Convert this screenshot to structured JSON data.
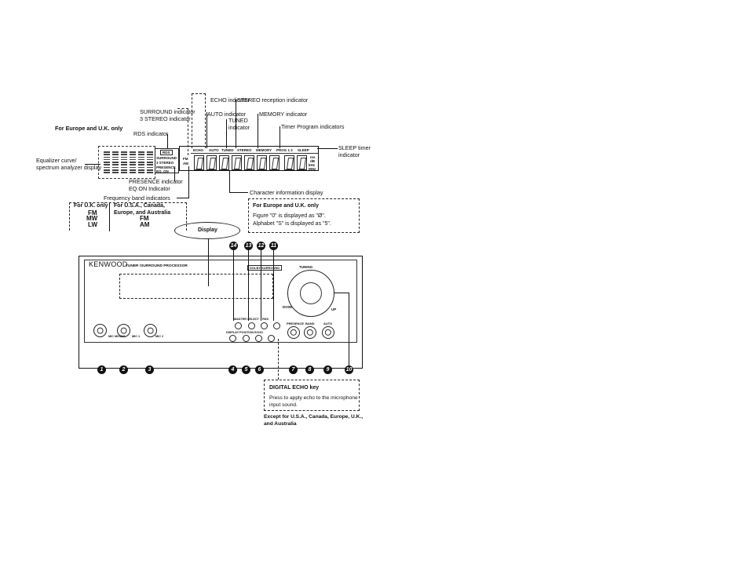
{
  "labels": {
    "echo": "ECHO indicator",
    "stereo_reception": "STEREO reception indicator",
    "surround": "SURROUND indicator",
    "three_stereo": "3 STEREO indicator",
    "auto": "AUTO indicator",
    "memory": "MEMORY indicator",
    "tuned1": "TUNED",
    "tuned2": "indicator",
    "timer_program": "Timer Program indicators",
    "europe_uk_only": "For Europe and U.K. only",
    "rds": "RDS indicator",
    "sleep1": "SLEEP  timer",
    "sleep2": "indicator",
    "eq1": "Equalizer curve/",
    "eq2": "spectrum analyzer display",
    "presence": "PRESENCE indicator",
    "eqon": "EQ.ON Indicator",
    "freq_band": "Frequency band indicators",
    "char_info": "Character information display"
  },
  "display_panel": {
    "ind_echo": "ECHO",
    "ind_auto": "AUTO",
    "ind_tuned": "TUNED",
    "ind_stereo": "STEREO",
    "ind_memory": "MEMORY",
    "ind_prog": "PROG 1 2",
    "ind_sleep": "SLEEP",
    "rds": "RDS",
    "surround": "SURROUND",
    "three_stereo": "3 STEREO",
    "presence": "PRESENCE",
    "eqon": "EQ. ON",
    "fm": "FM",
    "am": "AM",
    "unit_ms": "ms",
    "unit_db": "dB",
    "unit_khz": "kHz",
    "unit_mhz": "MHz"
  },
  "char_note": {
    "title": "For Europe and U.K. only",
    "line1": "Figure \"0\" is displayed as \"Ø\".",
    "line2": "Alphabet \"S\" is displayed as \"5\"."
  },
  "bands": {
    "uk_title": "For U.K. only",
    "uk_fm": "FM",
    "uk_mw": "MW",
    "uk_lw": "LW",
    "other_title1": "For  U.S.A.,  Canada,",
    "other_title2": "Europe, and Australia",
    "other_fm": "FM",
    "other_am": "AM"
  },
  "display_callout": "Display",
  "device": {
    "brand": "KENWOOD",
    "model": "TUNER /SURROUND PROCESSOR",
    "badge": "DOLBY SURROUND",
    "tuning": "TUNING",
    "down": "DOWN",
    "up": "UP",
    "btn_master": "MASTER",
    "btn_select": "SELECT",
    "btn_rds": "RDS",
    "btn_display": "DISPLAY",
    "btn_position": "POSITION",
    "btn_echo": "ECHO",
    "btn_presence": "PRESENCE",
    "btn_band": "BAND",
    "btn_auto": "AUTO",
    "btn_mic1": "MIC 1",
    "btn_mic2": "MIC 2",
    "btn_mic_mixing": "MIC MIXING"
  },
  "callout_numbers": [
    "1",
    "2",
    "3",
    "4",
    "5",
    "6",
    "7",
    "8",
    "9",
    "10",
    "11",
    "12",
    "13",
    "14"
  ],
  "echo_key": {
    "title": "DIGITAL ECHO key",
    "line1": "Press to apply echo to the microphone",
    "line2": "input sound.",
    "except1": "Except for U.S.A., Canada, Europe, U.K.,",
    "except2": "and Australia"
  }
}
